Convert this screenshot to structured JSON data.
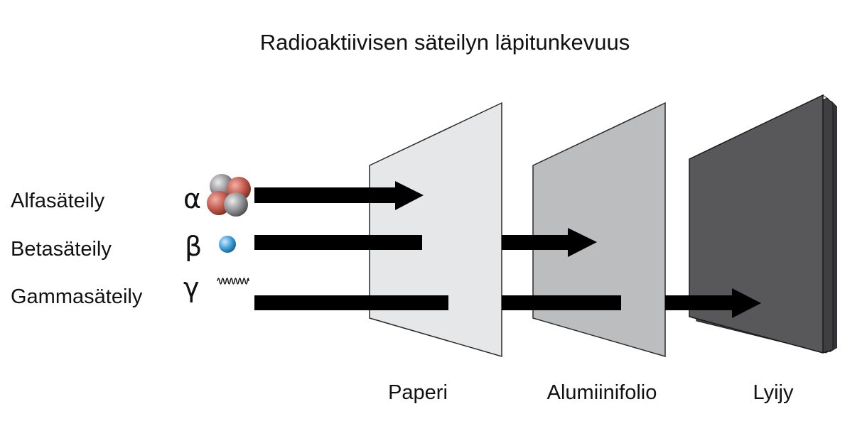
{
  "title": "Radioaktiivisen säteilyn läpitunkevuus",
  "radiation": [
    {
      "label": "Alfasäteily",
      "symbol": "α",
      "visual": "helium-nucleus-icon"
    },
    {
      "label": "Betasäteily",
      "symbol": "β",
      "visual": "electron-icon"
    },
    {
      "label": "Gammasäteily",
      "symbol": "γ",
      "visual": "wave-icon"
    }
  ],
  "barriers": [
    {
      "label": "Paperi",
      "color": "#e6e7e9"
    },
    {
      "label": "Alumiinifolio",
      "color": "#bcbdbf"
    },
    {
      "label": "Lyijy",
      "color": "#58585a"
    }
  ],
  "colors": {
    "proton": "#c0564a",
    "neutron": "#8e8f92",
    "electron": "#3b9bd6",
    "arrow": "#000000"
  }
}
